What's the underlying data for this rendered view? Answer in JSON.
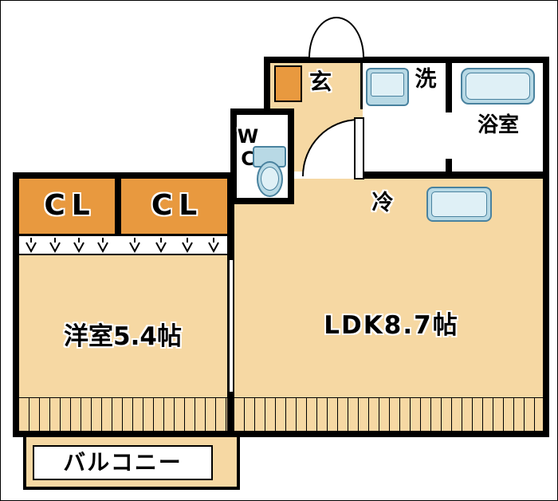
{
  "labels": {
    "entrance": "玄",
    "laundry": "洗",
    "bathroom": "浴室",
    "toilet": "WC",
    "refrigerator": "冷",
    "closet_left": "CL",
    "closet_right": "CL",
    "western_room": "洋室5.4帖",
    "ldk": "LDK8.7帖",
    "balcony": "バルコニー"
  },
  "colors": {
    "floor_tan": "#F6D8A3",
    "closet_orange": "#E8993F",
    "fixture_blue": "#B8D9E5",
    "fixture_blue_border": "#49829F",
    "fixture_inner": "#DFF0F6",
    "wall": "#000000"
  },
  "icons": {
    "bathtub-icon": "rounded rect, light blue",
    "washing-machine-icon": "rounded rect with inner pane",
    "toilet-icon": "tank + oval bowl",
    "refrigerator-icon": "rounded rect, light blue",
    "shoe-cabinet-icon": "orange rect",
    "door-swing-icon": "white quarter/half arc",
    "hanger-hook-icon": "v-hook mark",
    "window-hatch": "vertical tick lines along room bottom"
  }
}
